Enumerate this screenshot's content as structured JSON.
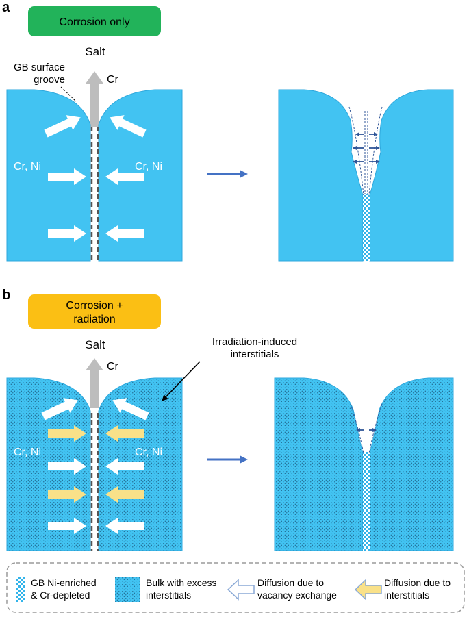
{
  "panel_a": {
    "letter": "a",
    "title": "Corrosion only",
    "salt_label": "Salt",
    "cr_label": "Cr",
    "groove_label_line1": "GB surface",
    "groove_label_line2": "groove",
    "left_label": "Cr, Ni",
    "right_label": "Cr, Ni"
  },
  "panel_b": {
    "letter": "b",
    "title_line1": "Corrosion +",
    "title_line2": "radiation",
    "salt_label": "Salt",
    "cr_label": "Cr",
    "interstitials_line1": "Irradiation-induced",
    "interstitials_line2": "interstitials",
    "left_label": "Cr, Ni",
    "right_label": "Cr, Ni"
  },
  "legend": {
    "items": [
      {
        "line1": "GB Ni-enriched",
        "line2": "& Cr-depleted"
      },
      {
        "line1": "Bulk with excess",
        "line2": "interstitials"
      },
      {
        "line1": "Diffusion due to",
        "line2": "vacancy exchange"
      },
      {
        "line1": "Diffusion due to",
        "line2": "interstitials"
      }
    ]
  },
  "colors": {
    "bulk": "#42c3f2",
    "bulk_edge": "#2ea7dc",
    "title_green": "#22b35a",
    "title_orange": "#fbbf14",
    "yellow_arrow": "#f9e189",
    "gray_arrow": "#bdbdbd",
    "process_arrow": "#4472c4"
  }
}
